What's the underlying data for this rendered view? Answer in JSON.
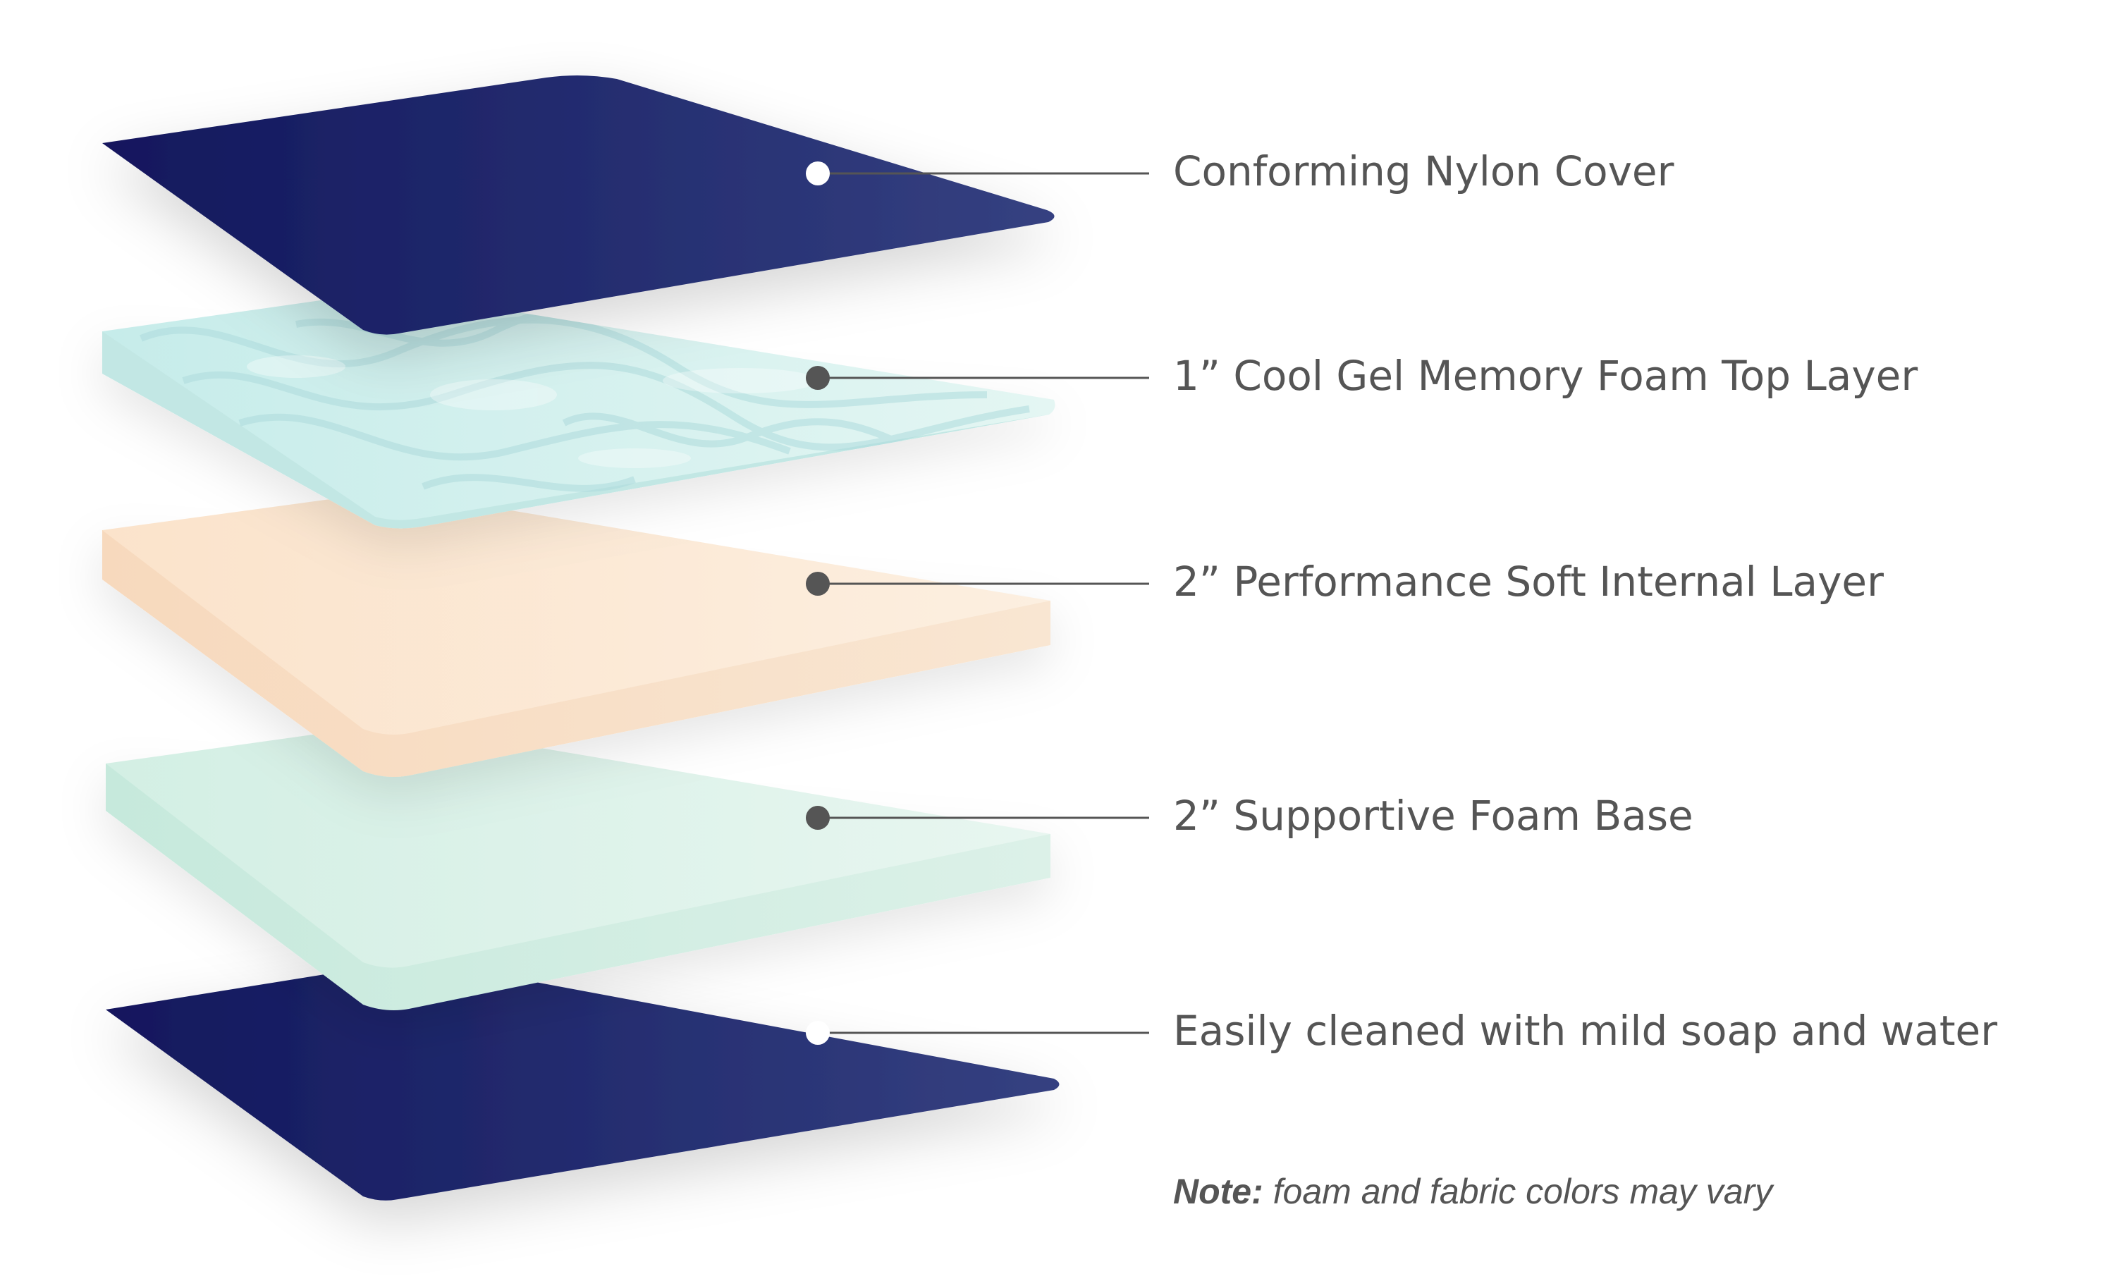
{
  "layers": [
    {
      "id": "cover-top",
      "label": "Conforming Nylon Cover",
      "dot_color": "#ffffff"
    },
    {
      "id": "gel-memory-foam",
      "label": "1” Cool Gel Memory Foam Top Layer",
      "dot_color": "#555555"
    },
    {
      "id": "performance-soft",
      "label": "2” Performance Soft Internal Layer",
      "dot_color": "#555555"
    },
    {
      "id": "supportive-base",
      "label": "2” Supportive Foam Base",
      "dot_color": "#555555"
    },
    {
      "id": "cover-bottom",
      "label": "Easily cleaned with mild soap and water",
      "dot_color": "#ffffff"
    }
  ],
  "note": {
    "prefix": "Note:",
    "text": " foam and fabric colors may vary"
  },
  "colors": {
    "navy_dark": "#12175d",
    "navy_light": "#354181",
    "gel": "#d4f1ee",
    "gel_swirl": "#aedbdc",
    "performance": "#fbe9d6",
    "supportive": "#dff3ea",
    "leader_line": "#555555",
    "text": "#555555"
  }
}
